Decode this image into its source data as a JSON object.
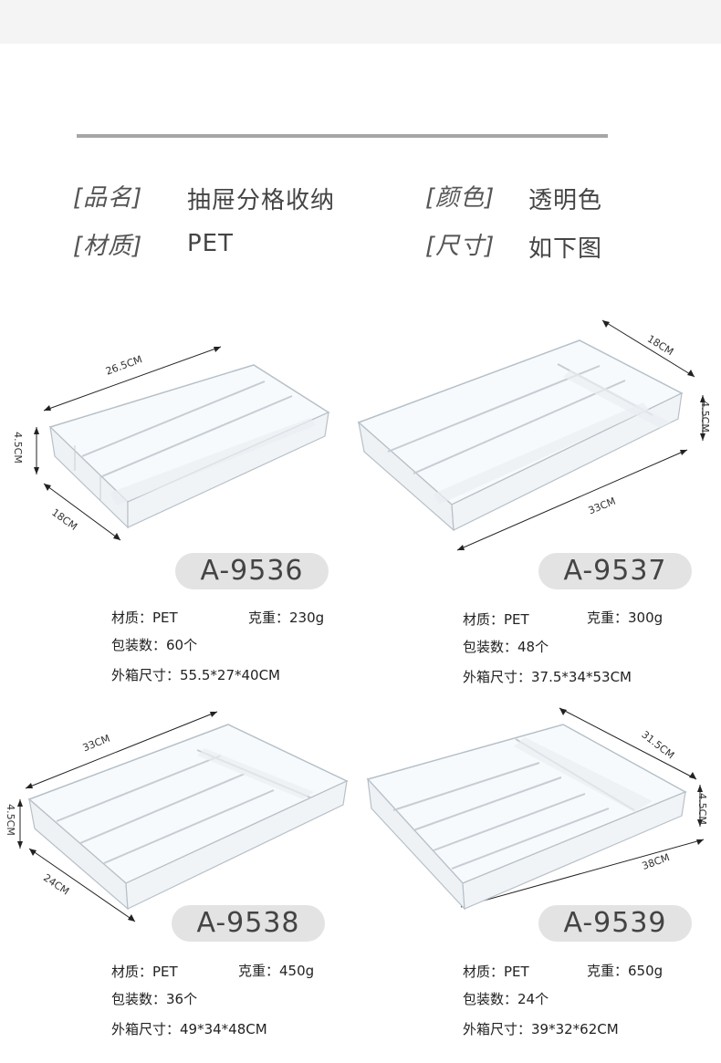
{
  "header": {
    "specs": [
      {
        "label": "[品名]",
        "value": "抽屉分格收纳"
      },
      {
        "label": "[颜色]",
        "value": "透明色"
      },
      {
        "label": "[材质]",
        "value": "PET"
      },
      {
        "label": "[尺寸]",
        "value": "如下图"
      }
    ]
  },
  "products": [
    {
      "model": "A-9536",
      "dims": {
        "length": "26.5CM",
        "width": "18CM",
        "height": "4.5CM"
      },
      "material": "材质：PET",
      "weight": "克重：230g",
      "pack_count": "包装数：60个",
      "carton_size": "外箱尺寸：55.5*27*40CM"
    },
    {
      "model": "A-9537",
      "dims": {
        "length": "33CM",
        "width": "18CM",
        "height": "4.5CM"
      },
      "material": "材质：PET",
      "weight": "克重：300g",
      "pack_count": "包装数：48个",
      "carton_size": "外箱尺寸：37.5*34*53CM"
    },
    {
      "model": "A-9538",
      "dims": {
        "length": "33CM",
        "width": "24CM",
        "height": "4.5CM"
      },
      "material": "材质：PET",
      "weight": "克重：450g",
      "pack_count": "包装数：36个",
      "carton_size": "外箱尺寸：49*34*48CM"
    },
    {
      "model": "A-9539",
      "dims": {
        "length": "38CM",
        "width": "31.5CM",
        "height": "4.5CM"
      },
      "material": "材质：PET",
      "weight": "克重：650g",
      "pack_count": "包装数：24个",
      "carton_size": "外箱尺寸：39*32*62CM"
    }
  ]
}
